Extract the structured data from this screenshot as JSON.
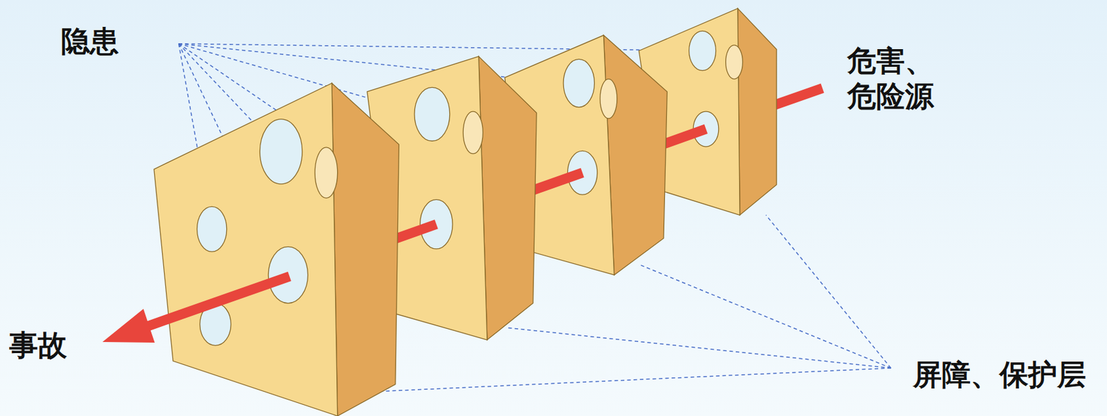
{
  "diagram": {
    "labels": [
      "隐患",
      "危害、 危险源",
      "事故",
      "屏障、保护层"
    ]
  }
}
